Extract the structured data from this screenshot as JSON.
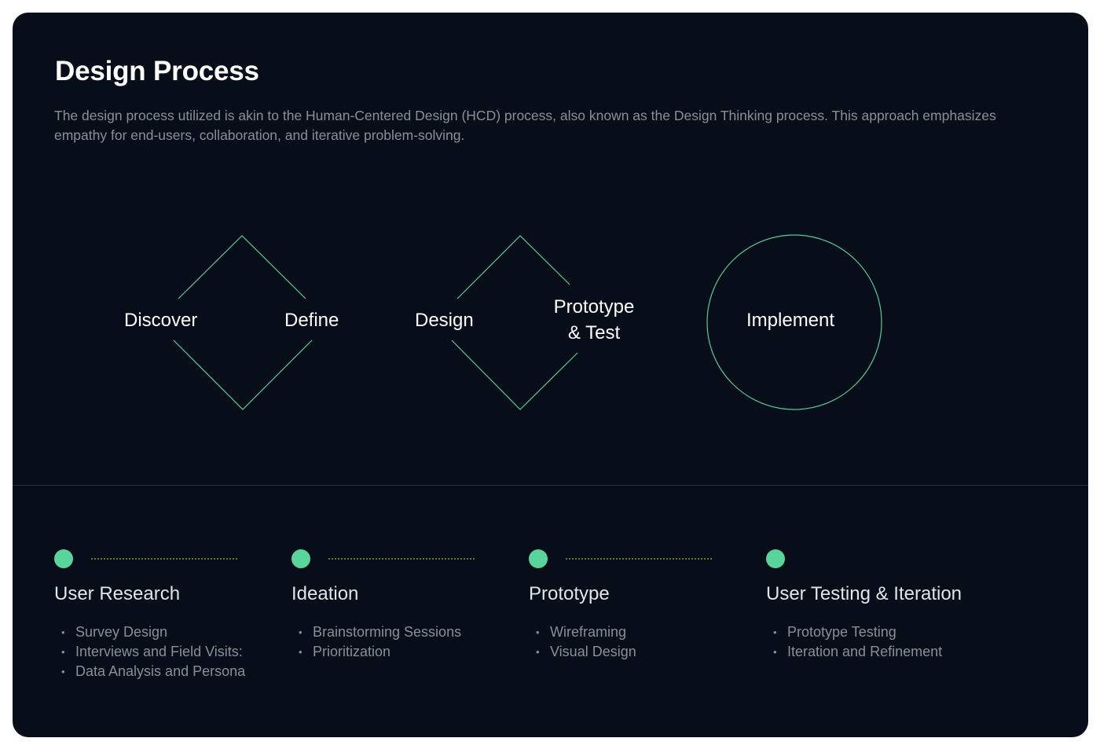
{
  "header": {
    "title": "Design Process",
    "description": "The design process utilized is akin to the Human-Centered Design (HCD) process, also known as the Design Thinking process. This approach emphasizes empathy for end-users, collaboration, and iterative problem-solving."
  },
  "diagram": {
    "labels": {
      "discover": "Discover",
      "define": "Define",
      "design": "Design",
      "prototype_line1": "Prototype",
      "prototype_line2": "& Test",
      "implement": "Implement"
    },
    "stroke_color": "#4fcf95"
  },
  "steps": [
    {
      "title": "User Research",
      "items": [
        "Survey Design",
        "Interviews and Field Visits:",
        "Data Analysis and Persona"
      ]
    },
    {
      "title": "Ideation",
      "items": [
        "Brainstorming Sessions",
        "Prioritization"
      ]
    },
    {
      "title": "Prototype",
      "items": [
        "Wireframing",
        "Visual Design"
      ]
    },
    {
      "title": "User Testing & Iteration",
      "items": [
        "Prototype Testing",
        "Iteration and Refinement"
      ]
    }
  ],
  "colors": {
    "background": "#070e19",
    "accent_dot": "#58d59b",
    "connector": "#697a2a",
    "muted_text": "#8a8f96"
  }
}
